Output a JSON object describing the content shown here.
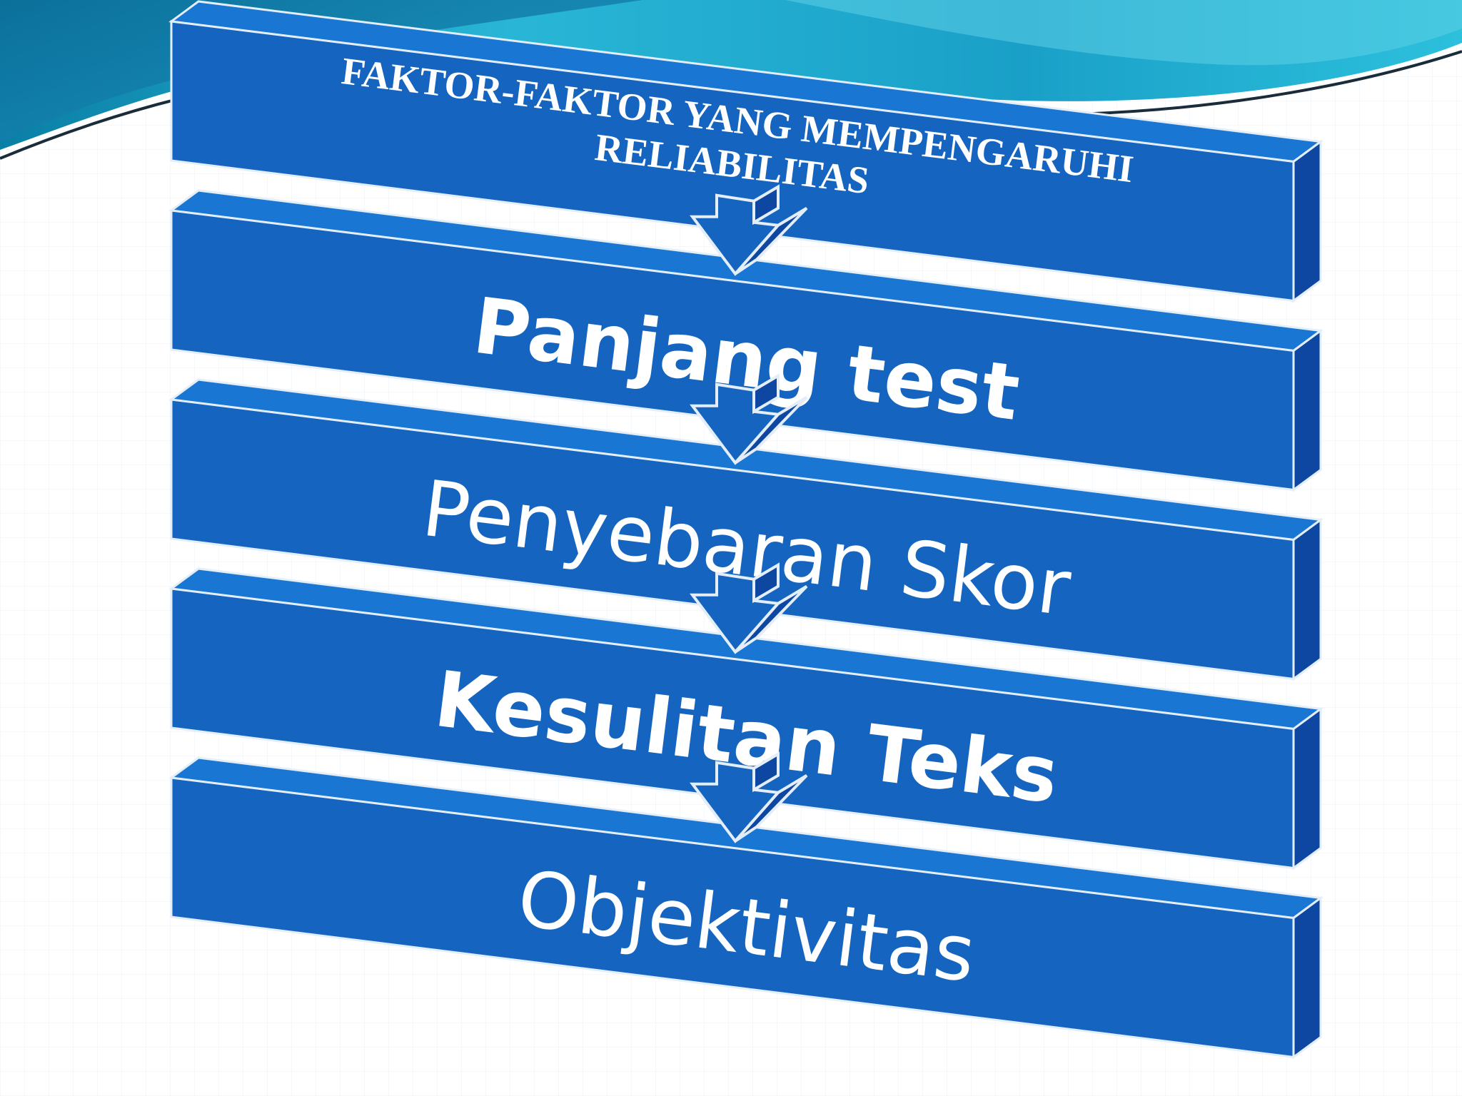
{
  "title": "FAKTOR-FAKTOR YANG MEMPENGARUHI RELIABILITAS",
  "title_lines": [
    "FAKTOR-FAKTOR YANG MEMPENGARUHI",
    "RELIABILITAS"
  ],
  "items": [
    {
      "label": "Panjang test",
      "bold": true
    },
    {
      "label": "Penyebaran Skor",
      "bold": false
    },
    {
      "label": "Kesulitan Teks",
      "bold": true
    },
    {
      "label": "Objektivitas",
      "bold": false
    }
  ],
  "colors": {
    "box_front": "#1565c0",
    "box_side": "#0d47a1",
    "box_top": "#1976d2",
    "outline": "#e3eef8",
    "text": "#ffffff",
    "swoosh_dark": "#0b5f8a",
    "swoosh_light": "#29b6d6"
  }
}
